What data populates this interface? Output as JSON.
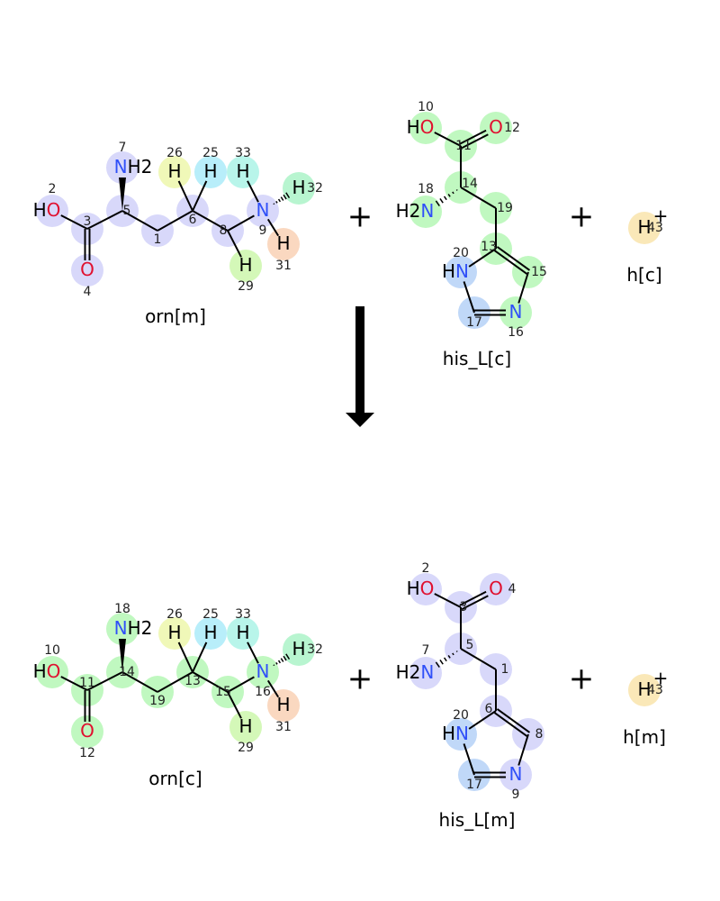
{
  "element_colors": {
    "O": "#e0102f",
    "N": "#3050f8",
    "H": "#000000"
  },
  "operator": "+",
  "molecules": [
    {
      "name": "orn[m]",
      "atoms": [
        {
          "num": "2",
          "pre": "H",
          "sym": "O",
          "post": "",
          "color": "#d8d8fa"
        },
        {
          "num": "3",
          "sym": "",
          "color": "#d8d8fa"
        },
        {
          "num": "4",
          "sym": "O",
          "color": "#d8d8fa"
        },
        {
          "num": "5",
          "sym": "",
          "color": "#d8d8fa"
        },
        {
          "num": "7",
          "sym": "N",
          "post": "H2",
          "color": "#d8d8fa"
        },
        {
          "num": "1",
          "sym": "",
          "color": "#d8d8fa"
        },
        {
          "num": "6",
          "sym": "",
          "color": "#d8d8fa"
        },
        {
          "num": "26",
          "sym": "H",
          "color": "#f0f8b8"
        },
        {
          "num": "25",
          "sym": "H",
          "color": "#b8eefa"
        },
        {
          "num": "8",
          "sym": "",
          "color": "#d8d8fa"
        },
        {
          "num": "9",
          "sym": "N",
          "color": "#d8d8fa"
        },
        {
          "num": "33",
          "sym": "H",
          "color": "#b8f5ea"
        },
        {
          "num": "32",
          "sym": "H",
          "color": "#b8f5d0"
        },
        {
          "num": "31",
          "sym": "H",
          "color": "#fad8c0"
        },
        {
          "num": "29",
          "sym": "H",
          "color": "#d4f8b8"
        }
      ]
    },
    {
      "name": "his_L[c]",
      "atoms": [
        {
          "num": "10",
          "pre": "H",
          "sym": "O",
          "color": "#c0f8c0"
        },
        {
          "num": "12",
          "sym": "O",
          "color": "#c0f8c0"
        },
        {
          "num": "11",
          "sym": "",
          "color": "#c0f8c0"
        },
        {
          "num": "14",
          "sym": "",
          "color": "#c0f8c0"
        },
        {
          "num": "18",
          "pre": "H2",
          "sym": "N",
          "color": "#c0f8c0"
        },
        {
          "num": "19",
          "sym": "",
          "color": "#c0f8c0"
        },
        {
          "num": "13",
          "sym": "",
          "color": "#c0f8c0"
        },
        {
          "num": "20",
          "pre": "H",
          "sym": "N",
          "color": "#c0d8f8"
        },
        {
          "num": "15",
          "sym": "",
          "color": "#c0f8c0"
        },
        {
          "num": "17",
          "sym": "",
          "color": "#c0d8f8"
        },
        {
          "num": "16",
          "sym": "N",
          "color": "#c0f8c0"
        }
      ]
    },
    {
      "name": "h[c]",
      "atoms": [
        {
          "num": "43",
          "sym": "H",
          "charge": "+",
          "color": "#fae8b8"
        }
      ]
    },
    {
      "name": "orn[c]",
      "atoms": [
        {
          "num": "10",
          "pre": "H",
          "sym": "O",
          "color": "#c0f8c0"
        },
        {
          "num": "11",
          "sym": "",
          "color": "#c0f8c0"
        },
        {
          "num": "12",
          "sym": "O",
          "color": "#c0f8c0"
        },
        {
          "num": "14",
          "sym": "",
          "color": "#c0f8c0"
        },
        {
          "num": "18",
          "sym": "N",
          "post": "H2",
          "color": "#c0f8c0"
        },
        {
          "num": "19",
          "sym": "",
          "color": "#c0f8c0"
        },
        {
          "num": "13",
          "sym": "",
          "color": "#c0f8c0"
        },
        {
          "num": "26",
          "sym": "H",
          "color": "#f0f8b8"
        },
        {
          "num": "25",
          "sym": "H",
          "color": "#b8eefa"
        },
        {
          "num": "15",
          "sym": "",
          "color": "#c0f8c0"
        },
        {
          "num": "16",
          "sym": "N",
          "color": "#c0f8c0"
        },
        {
          "num": "33",
          "sym": "H",
          "color": "#b8f5ea"
        },
        {
          "num": "32",
          "sym": "H",
          "color": "#b8f5d0"
        },
        {
          "num": "31",
          "sym": "H",
          "color": "#fad8c0"
        },
        {
          "num": "29",
          "sym": "H",
          "color": "#d4f8b8"
        }
      ]
    },
    {
      "name": "his_L[m]",
      "atoms": [
        {
          "num": "2",
          "pre": "H",
          "sym": "O",
          "color": "#d8d8fa"
        },
        {
          "num": "4",
          "sym": "O",
          "color": "#d8d8fa"
        },
        {
          "num": "3",
          "sym": "",
          "color": "#d8d8fa"
        },
        {
          "num": "5",
          "sym": "",
          "color": "#d8d8fa"
        },
        {
          "num": "7",
          "pre": "H2",
          "sym": "N",
          "color": "#d8d8fa"
        },
        {
          "num": "1",
          "sym": "",
          "color": "#d8d8fa"
        },
        {
          "num": "6",
          "sym": "",
          "color": "#d8d8fa"
        },
        {
          "num": "20",
          "pre": "H",
          "sym": "N",
          "color": "#c0d8f8"
        },
        {
          "num": "8",
          "sym": "",
          "color": "#d8d8fa"
        },
        {
          "num": "17",
          "sym": "",
          "color": "#c0d8f8"
        },
        {
          "num": "9",
          "sym": "N",
          "color": "#d8d8fa"
        }
      ]
    },
    {
      "name": "h[m]",
      "atoms": [
        {
          "num": "43",
          "sym": "H",
          "charge": "+",
          "color": "#fae8b8"
        }
      ]
    }
  ]
}
